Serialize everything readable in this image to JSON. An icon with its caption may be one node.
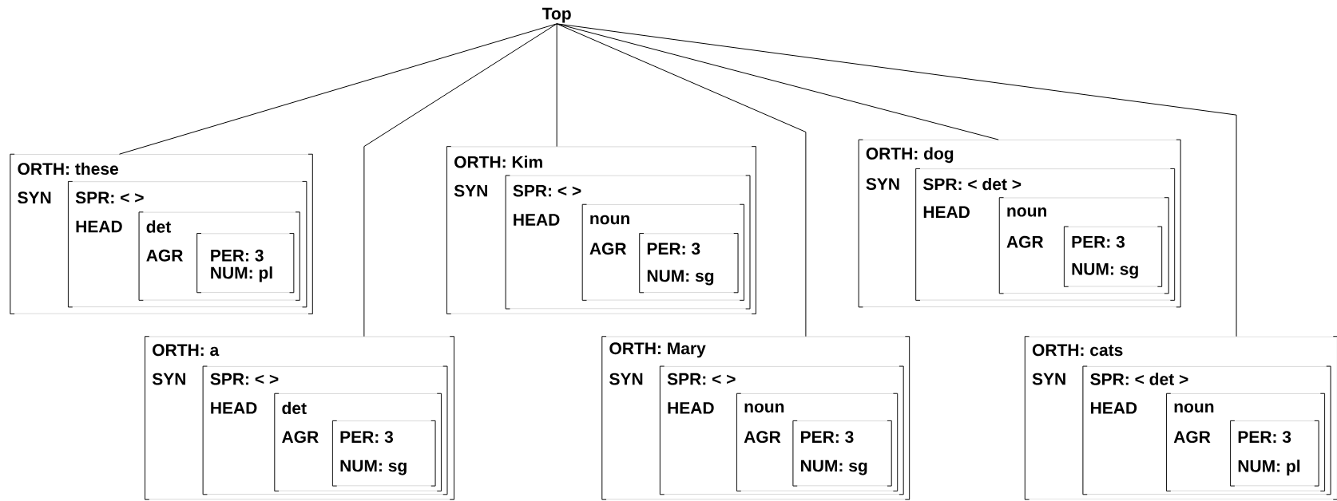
{
  "diagram": {
    "nodes": [
      {
        "text": [
          "Top"
        ]
      },
      {
        "text": [
          "ORTH: these",
          "SYN"
        ]
      },
      {
        "text": [
          "SPR: < >",
          "HEAD"
        ],
        "in": 1
      },
      {
        "text": [
          "det",
          "AGR"
        ],
        "in": 2
      },
      {
        "text": [
          "PER: 3",
          "NUM: pl"
        ],
        "in": 3
      },
      {
        "text": [
          "ORTH: a",
          "SYN"
        ]
      },
      {
        "text": [
          "SPR: < >",
          "HEAD"
        ],
        "in": 5
      },
      {
        "text": [
          "det",
          "AGR"
        ],
        "in": 6
      },
      {
        "text": [
          "PER: 3",
          "NUM: sg"
        ],
        "in": 7
      },
      {
        "text": [
          "ORTH: Kim",
          "SYN"
        ]
      },
      {
        "text": [
          "SPR: < >",
          "HEAD"
        ],
        "in": 9
      },
      {
        "text": [
          "noun",
          "AGR"
        ],
        "in": 10
      },
      {
        "text": [
          "PER: 3",
          "NUM: sg"
        ],
        "in": 11
      },
      {
        "text": [
          "ORTH: Mary",
          "SYN"
        ]
      },
      {
        "text": [
          "SPR: < >",
          "HEAD"
        ],
        "in": 13
      },
      {
        "text": [
          "noun",
          "AGR"
        ],
        "in": 14
      },
      {
        "text": [
          "PER: 3",
          "NUM: sg"
        ],
        "in": 15
      },
      {
        "text": [
          "ORTH: dog",
          "SYN"
        ]
      },
      {
        "text": [
          "SPR: < det >",
          "HEAD"
        ],
        "in": 17
      },
      {
        "text": [
          "noun",
          "AGR"
        ],
        "in": 18
      },
      {
        "text": [
          "PER: 3",
          "NUM: sg"
        ],
        "in": 19
      },
      {
        "text": [
          "ORTH: cats",
          "SYN"
        ]
      },
      {
        "text": [
          "SPR: < det >",
          "HEAD"
        ],
        "in": 21
      },
      {
        "text": [
          "noun",
          "AGR"
        ],
        "in": 22
      },
      {
        "text": [
          "PER: 3",
          "NUM: pl"
        ],
        "in": 23
      }
    ],
    "edges": [
      {
        "from": 0,
        "to": 1,
        "arrow": "none"
      },
      {
        "from": 0,
        "to": 5,
        "arrow": "none"
      },
      {
        "from": 0,
        "to": 9,
        "arrow": "none"
      },
      {
        "from": 0,
        "to": 13,
        "arrow": "none"
      },
      {
        "from": 0,
        "to": 17,
        "arrow": "none"
      },
      {
        "from": 0,
        "to": 21,
        "arrow": "none"
      }
    ]
  }
}
